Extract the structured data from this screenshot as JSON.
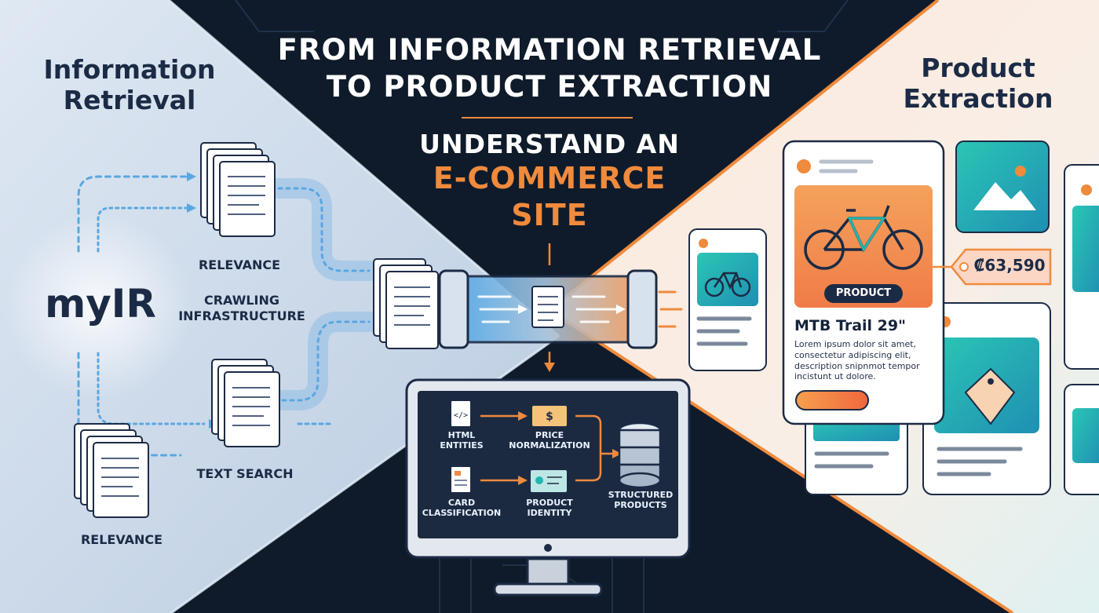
{
  "title": {
    "line1": "FROM INFORMATION RETRIEVAL",
    "line2": "TO PRODUCT EXTRACTION",
    "subtitle_line1": "UNDERSTAND AN",
    "subtitle_line2": "E-COMMERCE",
    "subtitle_line3": "SITE"
  },
  "left": {
    "heading": "Information Retrieval",
    "brand": "myIR",
    "relevance_top": "RELEVANCE",
    "crawling": "CRAWLING INFRASTRUCTURE",
    "text_search": "TEXT SEARCH",
    "relevance_bottom": "RELEVANCE"
  },
  "right": {
    "heading": "Product Extraction",
    "price": "₡63,590",
    "badge": "PRODUCT",
    "product_name": "MTB Trail 29\"",
    "description": "Lorem ipsum dolor sit amet, consectetur adipiscing elit, description snipnmot tempor incistunt ut dolore."
  },
  "monitor": {
    "html_entities": "HTML ENTITIES",
    "price_normalization": "PRICE NORMALIZATION",
    "card_classification": "CARD CLASSIFICATION",
    "product_identity": "PRODUCT IDENTITY",
    "structured_products": "STRUCTURED PRODUCTS"
  },
  "colors": {
    "accent_orange": "#f08a3c",
    "dark_navy": "#0f1b2b",
    "left_panel": "#c9d8ea",
    "right_panel": "#fbe6d6",
    "teal": "#23b5b0"
  }
}
